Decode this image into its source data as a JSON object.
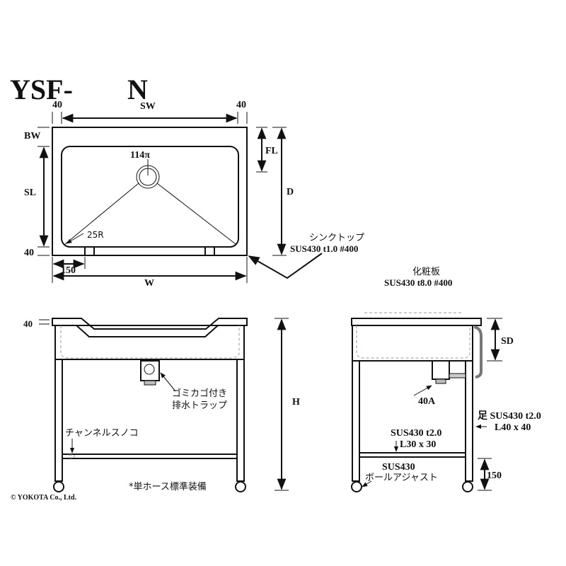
{
  "title": {
    "prefix": "YSF-",
    "suffix": "N"
  },
  "top_view": {
    "left_margin": "40",
    "sink_width": "SW",
    "right_margin": "40",
    "back_width": "BW",
    "sink_length": "SL",
    "front_margin": "40",
    "drain_size": "114π",
    "corner_radius": "25R",
    "leg_offset": "150",
    "width": "W",
    "front_ledge": "FL",
    "depth": "D"
  },
  "materials": {
    "sink_top_name": "シンクトップ",
    "sink_top_spec": "SUS430 t1.0 #400",
    "panel_name": "化粧板",
    "panel_spec": "SUS430 t8.0 #400"
  },
  "front_view": {
    "top_thickness": "40",
    "height": "H",
    "trap_line1": "ゴミカゴ付き",
    "trap_line2": "排水トラップ",
    "shelf": "チャンネルスノコ",
    "hose_note": "*単ホース標準装備"
  },
  "side_view": {
    "sink_depth": "SD",
    "drain": "40A",
    "leg_line1": "足 SUS430 t2.0",
    "leg_line2": "L40 x 40",
    "brace_line1": "SUS430 t2.0",
    "brace_line2": "L30 x 30",
    "adjuster_line1": "SUS430",
    "adjuster_line2": "ボールアジャスト",
    "bottom_clearance": "150"
  },
  "copyright": "© YOKOTA Co., Ltd."
}
